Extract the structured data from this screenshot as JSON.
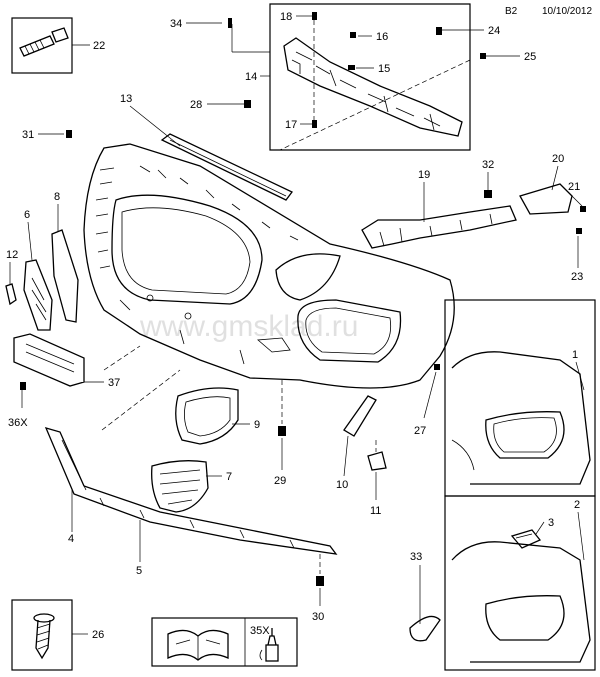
{
  "header": {
    "sheet": "B2",
    "date": "10/10/2012"
  },
  "watermark": "www.gmsklad.ru",
  "callouts": {
    "c1": "1",
    "c2": "2",
    "c3": "3",
    "c4": "4",
    "c5": "5",
    "c6": "6",
    "c7": "7",
    "c8": "8",
    "c9": "9",
    "c10": "10",
    "c11": "11",
    "c12": "12",
    "c13": "13",
    "c14": "14",
    "c15": "15",
    "c16": "16",
    "c17": "17",
    "c18": "18",
    "c19": "19",
    "c20": "20",
    "c21": "21",
    "c22": "22",
    "c23": "23",
    "c24": "24",
    "c25": "25",
    "c26": "26",
    "c27": "27",
    "c28": "28",
    "c29": "29",
    "c30": "30",
    "c31": "31",
    "c32": "32",
    "c33": "33",
    "c34": "34",
    "c35x": "35X",
    "c36x": "36X",
    "c37": "37"
  },
  "icons": {
    "manual": "open-manual-icon",
    "sealant": "sealant-bottle-icon",
    "screw": "screw-icon",
    "bolt": "bolt-icon"
  }
}
